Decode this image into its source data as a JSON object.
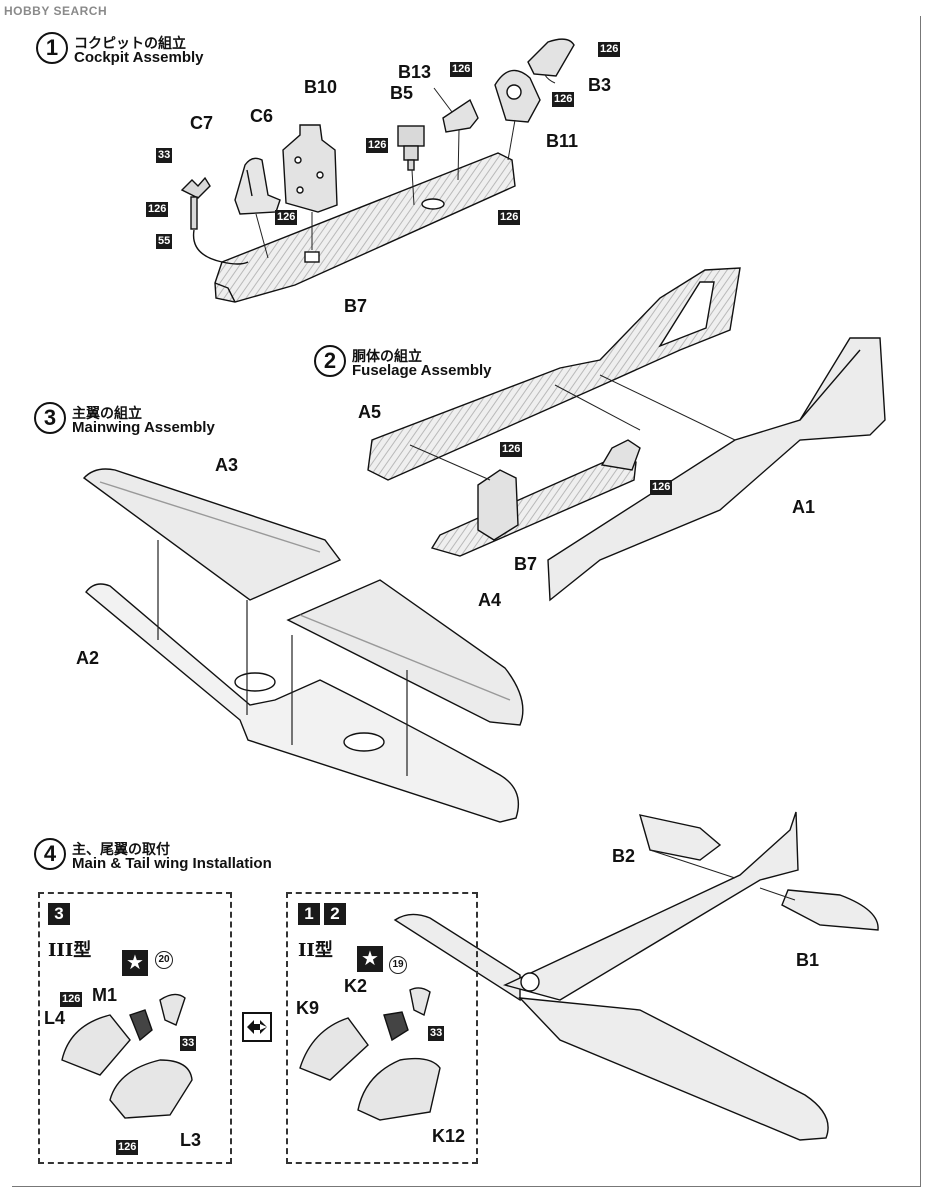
{
  "watermark": "HOBBY SEARCH",
  "steps": [
    {
      "number": "1",
      "title_jp": "コクピットの組立",
      "title_en": "Cockpit Assembly"
    },
    {
      "number": "2",
      "title_jp": "胴体の組立",
      "title_en": "Fuselage Assembly"
    },
    {
      "number": "3",
      "title_jp": "主翼の組立",
      "title_en": "Mainwing Assembly"
    },
    {
      "number": "4",
      "title_jp": "主、尾翼の取付",
      "title_en": "Main & Tail wing Installation"
    }
  ],
  "parts": {
    "c7": "C7",
    "c6": "C6",
    "b10": "B10",
    "b13": "B13",
    "b5": "B5",
    "b3": "B3",
    "b11": "B11",
    "b7_cockpit": "B7",
    "a5": "A5",
    "a1": "A1",
    "b7_fuselage": "B7",
    "a3": "A3",
    "a4": "A4",
    "a2": "A2",
    "b2": "B2",
    "b1": "B1",
    "m1": "M1",
    "l4": "L4",
    "l3": "L3",
    "k9": "K9",
    "k2": "K2",
    "k12": "K12"
  },
  "colors": {
    "c126": "126",
    "c33": "33",
    "c55": "55",
    "c20": "20",
    "c19": "19"
  },
  "variants": {
    "type3_badge": "3",
    "type3_label": "III型",
    "type12_badge_a": "1",
    "type12_badge_b": "2",
    "type12_label": "II型"
  },
  "icons": {
    "star": "star-icon",
    "swap": "swap-arrows-icon"
  },
  "theme": {
    "part_fill": "#e8e8e8",
    "hatch": "#c9c9c9",
    "ink": "#111111"
  }
}
